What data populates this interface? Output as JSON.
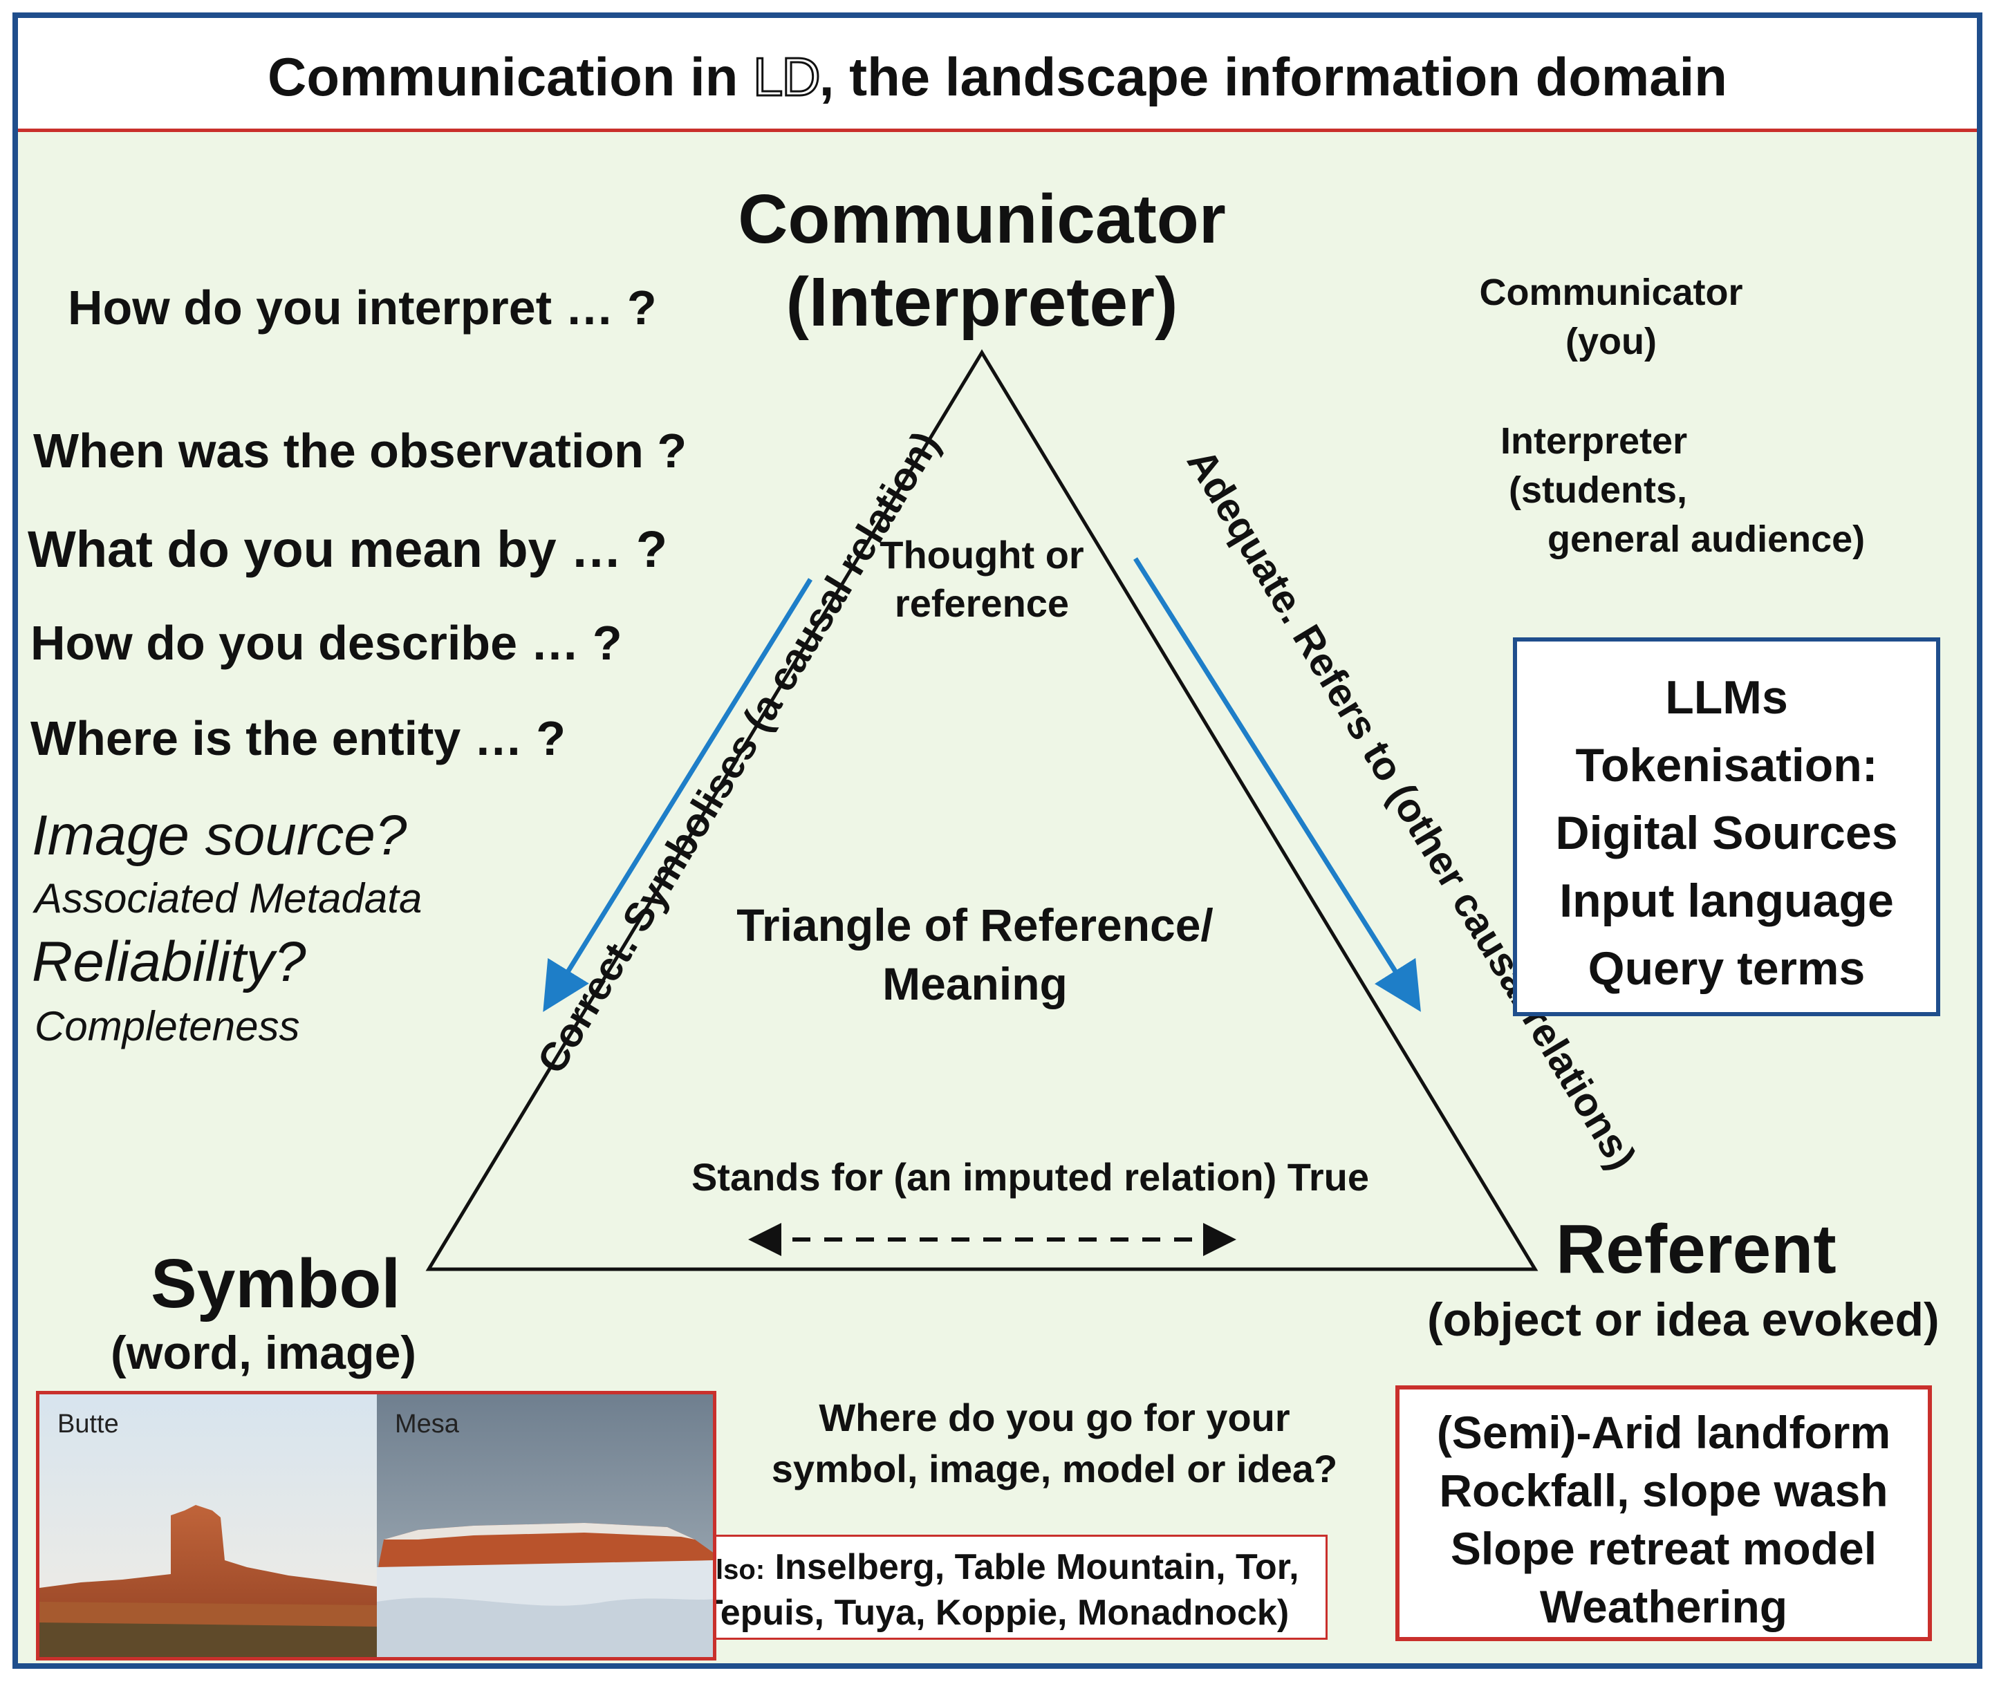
{
  "title": "Communication in ᴸᴰ, the landscape information domain",
  "title_parts": {
    "pre": "Communication in ",
    "ld": "LD",
    "post": ", the landscape information domain"
  },
  "vertices": {
    "top_line1": "Communicator",
    "top_line2": "(Interpreter)",
    "left_line1": "Symbol",
    "left_line2": "(word, image)",
    "right_line1": "Referent",
    "right_line2": "(object or idea evoked)"
  },
  "edges": {
    "left": "Correct. Symbolises (a causal relation)",
    "right": "Adequate. Refers to (other causal relations)",
    "bottom": "Stands for (an imputed relation) True"
  },
  "inner": {
    "thought_line1": "Thought or",
    "thought_line2": "reference",
    "center_line1": "Triangle of Reference/",
    "center_line2": "Meaning"
  },
  "questions": [
    "How do you interpret … ?",
    "When was the observation ?",
    "What do you mean by … ?",
    "How do you describe … ?",
    "Where is the entity … ?"
  ],
  "meta": {
    "image_source": "Image source?",
    "associated": "Associated Metadata",
    "reliability": "Reliability?",
    "completeness": "Completeness"
  },
  "right_notes": {
    "communicator": "Communicator",
    "you": "(you)",
    "interpreter": "Interpreter",
    "students": "(students,",
    "general": "general audience)"
  },
  "llm_box": [
    "LLMs",
    "Tokenisation:",
    "Digital Sources",
    "Input language",
    "Query terms"
  ],
  "where_question": {
    "line1": "Where do you go for your",
    "line2": "symbol, image, model or idea?"
  },
  "also_box": {
    "prefix": "(also:",
    "line1": " Inselberg, Table Mountain, Tor,",
    "line2": "Tepuis, Tuya, Koppie, Monadnock)"
  },
  "photos": {
    "left_label": "Butte",
    "right_label": "Mesa"
  },
  "landform_box": [
    "(Semi)-Arid landform",
    "Rockfall, slope wash",
    "Slope retreat model",
    "Weathering"
  ],
  "colors": {
    "frame": "#1f4e8c",
    "accent_red": "#c9302c",
    "arrow_blue": "#1e7ec8",
    "background": "#eef6e6"
  }
}
